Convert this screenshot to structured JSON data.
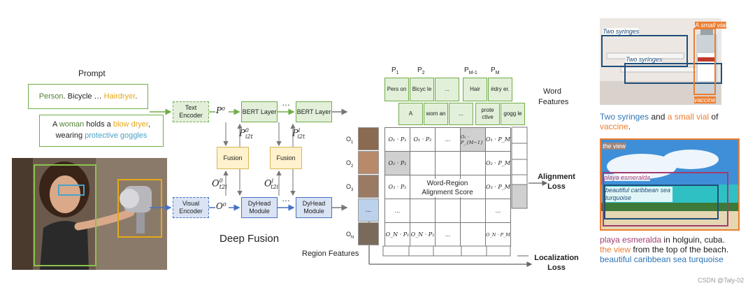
{
  "prompt": {
    "title": "Prompt",
    "p1": [
      {
        "t": "Person",
        "c": "#548235"
      },
      {
        "t": ". Bicycle … ",
        "c": "#222"
      },
      {
        "t": "Hairdryer",
        "c": "#e6a817"
      },
      {
        "t": ".",
        "c": "#222"
      }
    ],
    "p2_line1": [
      {
        "t": "A ",
        "c": "#222"
      },
      {
        "t": "woman",
        "c": "#548235"
      },
      {
        "t": " holds a ",
        "c": "#222"
      },
      {
        "t": "blow dryer",
        "c": "#e6a817"
      },
      {
        "t": ",",
        "c": "#222"
      }
    ],
    "p2_line2": [
      {
        "t": "wearing ",
        "c": "#222"
      },
      {
        "t": "protective goggles",
        "c": "#4aa3c8"
      }
    ]
  },
  "encoders": {
    "text": "Text Encoder",
    "visual": "Visual Encoder"
  },
  "layers": {
    "bert": "BERT Layer",
    "dyhead": "DyHead Module",
    "fusion": "Fusion"
  },
  "symbols": {
    "p0": "P⁰",
    "o0": "O⁰",
    "pi2t0": "P",
    "pi2t0_sup": "0",
    "pi2t_sub": "i2t",
    "pi2ti_sup": "i",
    "ot2i0": "O",
    "ot2i0_sup": "0",
    "ot2i_sub": "t2i",
    "ot2ii_sup": "i",
    "dots": "…"
  },
  "deep_fusion_label": "Deep Fusion",
  "region_features_label": "Region Features",
  "word_features_label": "Word Features",
  "alignment_loss_label": "Alignment Loss",
  "localization_loss_label": "Localization Loss",
  "center_label": "Word-Region Alignment Score",
  "p_labels": [
    "P1",
    "P2",
    "PM-1",
    "PM"
  ],
  "word_row1": [
    "Pers on",
    "Bicyc le",
    "...",
    "Hair",
    "#dry er."
  ],
  "word_row2": [
    "A",
    "wom an",
    "...",
    "prote ctive",
    "gogg le"
  ],
  "o_labels": [
    "O1",
    "O2",
    "O3",
    "...",
    "ON"
  ],
  "grid": {
    "r1": [
      "O₁ · P₁",
      "O₁ · P₂",
      "...",
      "O₁ · P_{M−1}",
      "O₁ · P_M"
    ],
    "r2": [
      "O₂ · P₁",
      "",
      "",
      "",
      "O₂ · P_M"
    ],
    "r3": [
      "O₃ · P₁",
      "",
      "",
      "",
      "O₃ · P_M"
    ],
    "r4": [
      "...",
      "",
      "",
      "",
      "..."
    ],
    "r5": [
      "O_N · P₁",
      "O_N · P₂",
      "...",
      "",
      "O_N · P_M"
    ]
  },
  "examples": {
    "ex1_labels": [
      "Two syringes",
      "Two syringes",
      "A small vial",
      "vaccine"
    ],
    "ex1_caption": [
      {
        "t": "Two syringes",
        "c": "#2e75b6"
      },
      {
        "t": " and ",
        "c": "#222"
      },
      {
        "t": "a small vial",
        "c": "#ed7d31"
      },
      {
        "t": " of ",
        "c": "#222"
      },
      {
        "t": "vaccine",
        "c": "#ed7d31"
      },
      {
        "t": ".",
        "c": "#222"
      }
    ],
    "ex2_labels": [
      "the view",
      "playa esmeralda",
      "beautiful caribbean sea turquoise"
    ],
    "ex2_caption": [
      {
        "t": "playa esmeralda",
        "c": "#a23b72"
      },
      {
        "t": " in holguin, cuba. ",
        "c": "#222"
      },
      {
        "t": "the view",
        "c": "#ed7d31"
      },
      {
        "t": " from the top of the beach. ",
        "c": "#222"
      },
      {
        "t": "beautiful caribbean sea turquoise",
        "c": "#2e75b6"
      }
    ]
  },
  "watermark": "CSDN @Taly-02"
}
